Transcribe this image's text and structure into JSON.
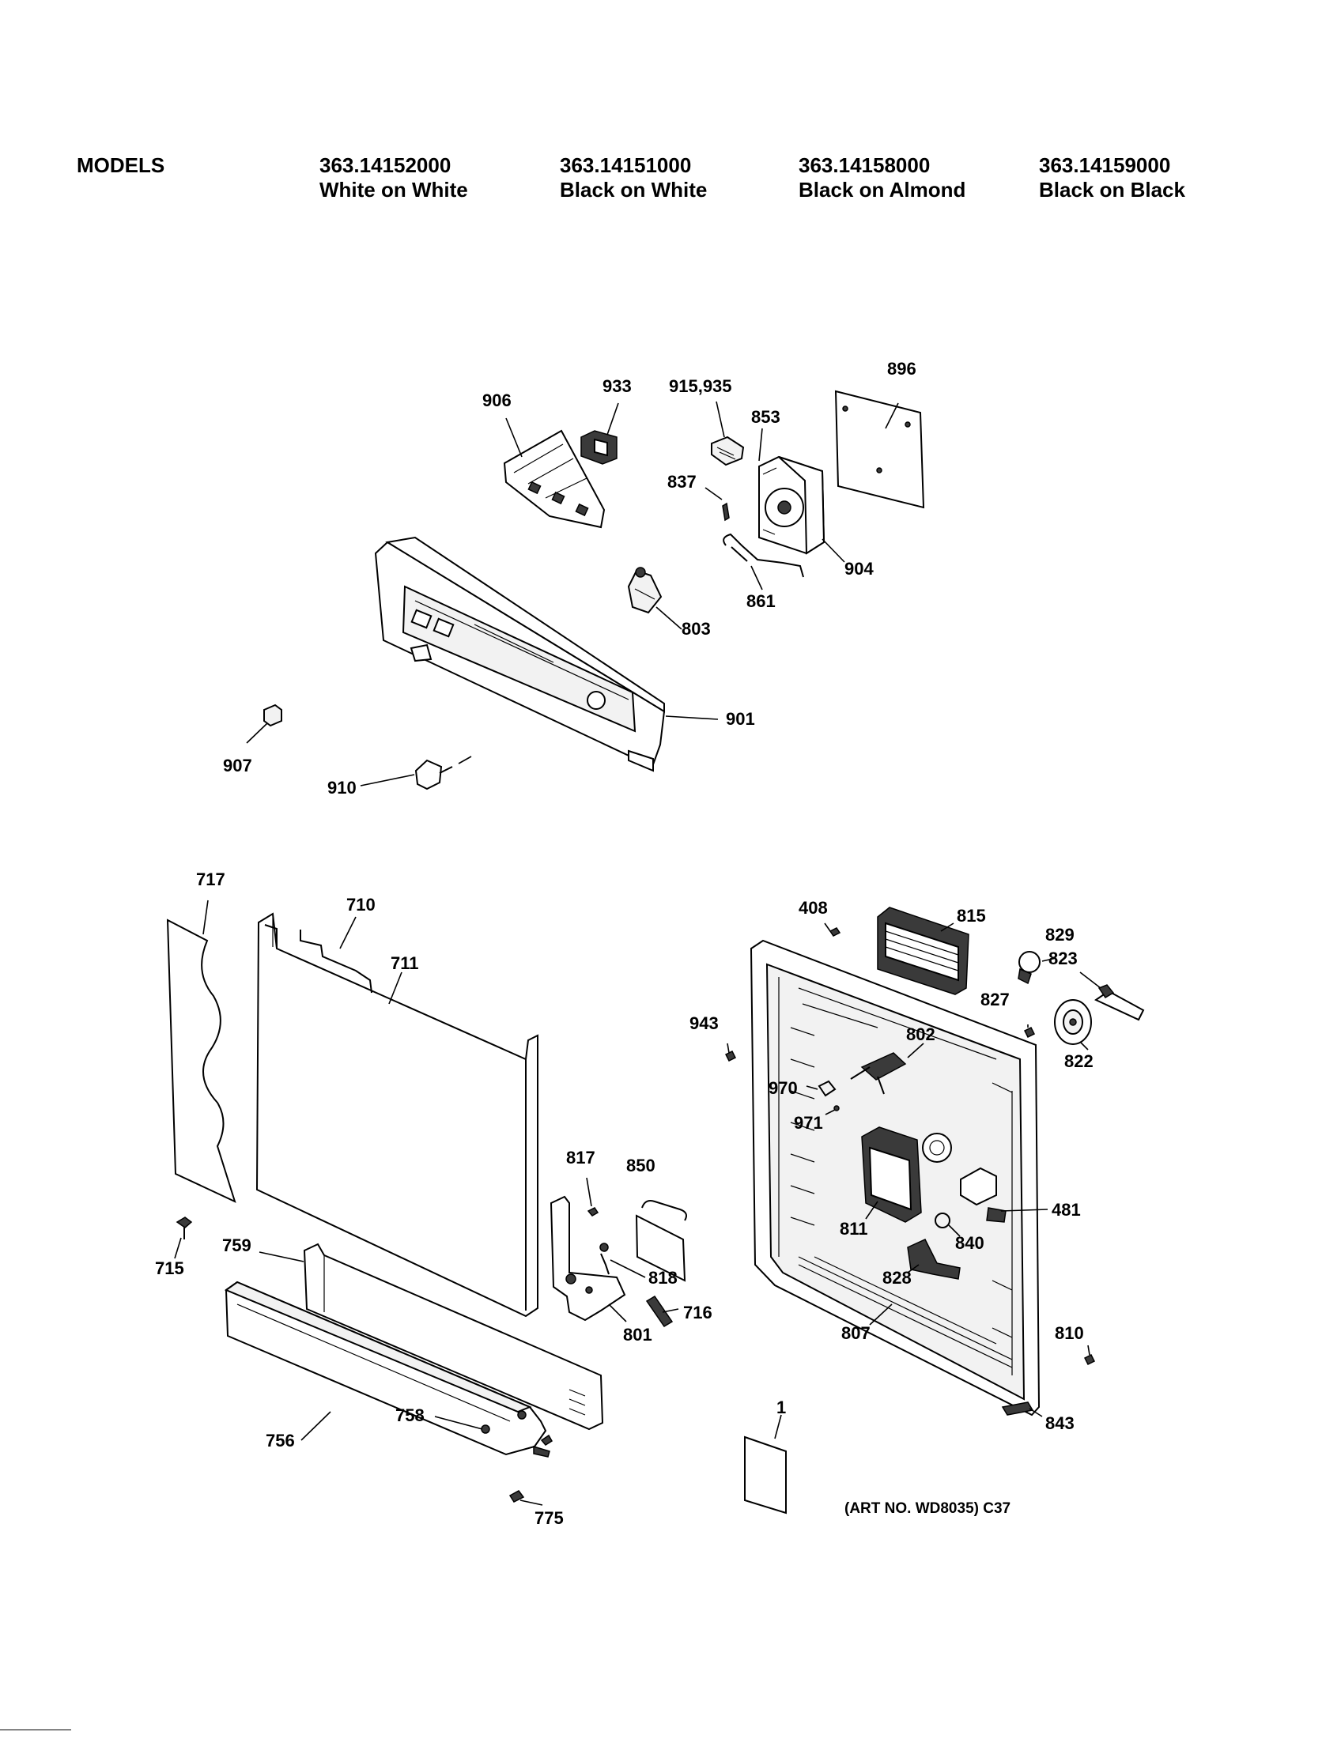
{
  "header": {
    "models_label": "MODELS",
    "models": [
      {
        "number": "363.14152000",
        "finish": "White on White"
      },
      {
        "number": "363.14151000",
        "finish": "Black on White"
      },
      {
        "number": "363.14158000",
        "finish": "Black on Almond"
      },
      {
        "number": "363.14159000",
        "finish": "Black on Black"
      }
    ]
  },
  "callouts": {
    "p906": "906",
    "p933": "933",
    "p915": "915,935",
    "p853": "853",
    "p896": "896",
    "p837": "837",
    "p904": "904",
    "p861": "861",
    "p803": "803",
    "p901": "901",
    "p907": "907",
    "p910": "910",
    "p717": "717",
    "p710": "710",
    "p711": "711",
    "p715": "715",
    "p759": "759",
    "p817": "817",
    "p850": "850",
    "p818": "818",
    "p716": "716",
    "p801": "801",
    "p758": "758",
    "p756": "756",
    "p775": "775",
    "p408": "408",
    "p815": "815",
    "p829": "829",
    "p823": "823",
    "p827": "827",
    "p822": "822",
    "p943": "943",
    "p802": "802",
    "p970": "970",
    "p971": "971",
    "p481": "481",
    "p811": "811",
    "p840": "840",
    "p828": "828",
    "p807": "807",
    "p810": "810",
    "p843": "843",
    "p1": "1"
  },
  "art_number": "(ART NO. WD8035) C37"
}
